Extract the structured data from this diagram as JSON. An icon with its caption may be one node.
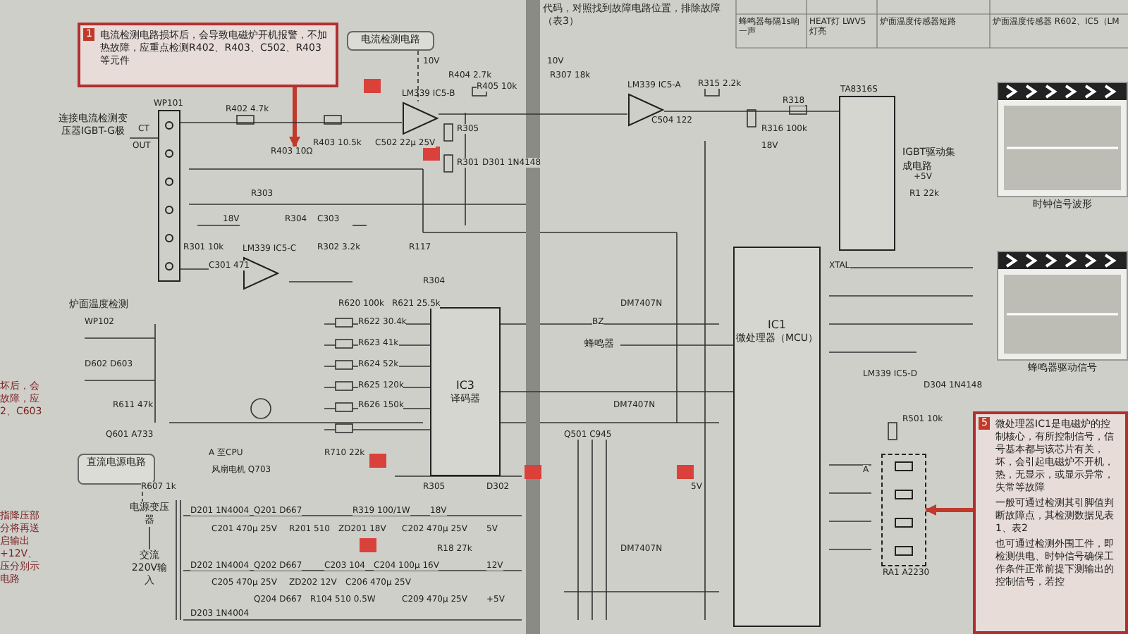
{
  "diagram": {
    "nodes": [
      {
        "text": [
          "1",
          "电流检测电路损坏后，会导致电磁炉开机报警，不加热故障，应重点检测R402、R403、C502、R403等元件"
        ]
      },
      {
        "text": [
          "电流检测电路"
        ]
      },
      {
        "text": [
          "连接电流检测变压器IGBT-G极"
        ]
      },
      {
        "text": [
          "WP101"
        ]
      },
      {
        "text": [],
        "shape": "triangle",
        "beside": [
          "LM339 IC5-B"
        ]
      },
      {
        "text": [],
        "shape": "triangle",
        "beside": [
          "LM339 IC5-C"
        ]
      },
      {
        "text": [],
        "shape": "triangle",
        "beside": [
          "LM339 IC5-A"
        ]
      },
      {
        "text": [
          "TA8316S",
          "IGBT驱动集成电路"
        ]
      },
      {
        "text": [
          "IC3",
          "译码器"
        ]
      },
      {
        "text": [
          "IC1",
          "微处理器（MCU）"
        ]
      },
      {
        "text": [
          "蜂鸣器"
        ]
      },
      {
        "text": [
          "炉面温度检测"
        ]
      },
      {
        "text": [
          "直流电源电路"
        ]
      },
      {
        "text": [
          "电源变压器"
        ]
      },
      {
        "text": [
          "交流220V输入"
        ]
      },
      {
        "text": [],
        "shape": "picture",
        "beside": [
          "时钟信号波形"
        ]
      },
      {
        "text": [],
        "shape": "picture",
        "beside": [
          "蜂鸣器驱动信号"
        ]
      },
      {
        "text": [
          "5",
          "微处理器IC1是电磁炉的控制核心，有所控制信号，信号基本都与该芯片有关，坏，会引起电磁炉不开机，热，无显示，或显示异常，失常等故障",
          "一般可通过检测其引脚值判断故障点，其检测数据见表1、表2",
          "也可通过检测外围工件，即检测供电、时钟信号确保工作条件正常前提下测输出的控制信号，若控"
        ]
      },
      {
        "text": [
          "R403 10Ω"
        ]
      },
      {
        "text": [
          "RA1 A2230"
        ]
      }
    ],
    "edges": [
      {
        "from": 0,
        "to": 18,
        "arrow": "to",
        "color": "#c0392b",
        "style": "thick"
      },
      {
        "from": 1,
        "to": 4,
        "arrow": "none",
        "style": "dashed"
      },
      {
        "from": 2,
        "to": 3,
        "arrow": "none"
      },
      {
        "from": 3,
        "to": 4,
        "arrow": "none"
      },
      {
        "from": 4,
        "to": 6,
        "arrow": "none"
      },
      {
        "from": 6,
        "to": 7,
        "arrow": "none"
      },
      {
        "from": 3,
        "to": 5,
        "arrow": "none"
      },
      {
        "from": 8,
        "to": 9,
        "arrow": "none"
      },
      {
        "from": 10,
        "to": 9,
        "arrow": "none"
      },
      {
        "from": 12,
        "to": 13,
        "arrow": "none",
        "style": "dashed"
      },
      {
        "from": 14,
        "to": 13,
        "arrow": "none"
      },
      {
        "from": 17,
        "to": 19,
        "arrow": "to",
        "color": "#c0392b",
        "style": "thick"
      }
    ],
    "labels": [
      "代码，对照找到故障电路位置，排除故障（表3）",
      "蜂鸣器每隔1s响一声",
      "HEAT灯 LWV5灯亮",
      "炉面温度传感器短路",
      "炉面温度传感器 R602、IC5（LM",
      "10V",
      "10V",
      "R404 2.7k",
      "R307 18k",
      "R315 2.2k",
      "R405 10k",
      "R318",
      "R402 4.7k",
      "C504 122",
      "CT",
      "R305",
      "R316 100k",
      "OUT",
      "R403 10.5k",
      "C502 22μ 25V",
      "18V",
      "R301",
      "D301 1N4148",
      "+5V",
      "R303",
      "R1 22k",
      "18V",
      "R304",
      "C303",
      "R301 10k",
      "R302 3.2k",
      "R117",
      "C301 471",
      "XTAL",
      "R304",
      "R620 100k",
      "R621 25.5k",
      "DM7407N",
      "WP102",
      "R622 30.4k",
      "BZ",
      "R623 41k",
      "D602 D603",
      "R624 52k",
      "LM339 IC5-D",
      "坏后，会故障，应2、C603",
      "R625 120k",
      "D304 1N4148",
      "R611 47k",
      "R626 150k",
      "DM7407N",
      "R501 10k",
      "Q601 A733",
      "Q501 C945",
      "A 至CPU",
      "R710 22k",
      "风扇电机 Q703",
      "A",
      "R607 1k",
      "R305",
      "D302",
      "5V",
      "指降压部分将再送启输出+12V、压分别示电路",
      "D201 1N4004",
      "Q201 D667",
      "R319 100/1W",
      "18V",
      "C201 470μ 25V",
      "R201 510",
      "ZD201 18V",
      "C202 470μ 25V",
      "5V",
      "R18 27k",
      "DM7407N",
      "D202 1N4004",
      "Q202 D667",
      "C203 104",
      "C204 100μ 16V",
      "12V",
      "C205 470μ 25V",
      "ZD202 12V",
      "C206 470μ 25V",
      "Q204 D667",
      "R104 510 0.5W",
      "C209 470μ 25V",
      "+5V",
      "D203 1N4004"
    ]
  }
}
